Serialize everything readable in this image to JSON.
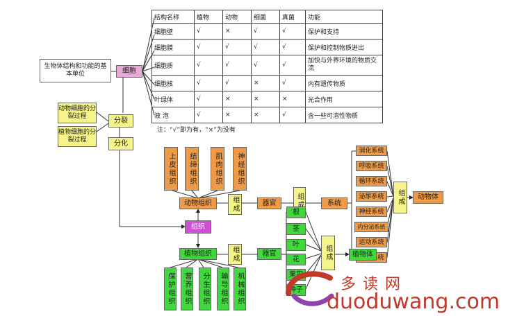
{
  "table": {
    "headers": [
      "结构名称",
      "植物",
      "动物",
      "细菌",
      "真菌",
      "功能"
    ],
    "rows": [
      [
        "细胞壁",
        "√",
        "×",
        "√",
        "√",
        "保护和支持"
      ],
      [
        "细胞膜",
        "√",
        "√",
        "√",
        "√",
        "保护和控制物质进出"
      ],
      [
        "细胞质",
        "√",
        "√",
        "√",
        "√",
        "加快与外界环境的物质交流"
      ],
      [
        "细胞核",
        "√",
        "√",
        "×",
        "√",
        "内有遗传物质"
      ],
      [
        "叶绿体",
        "√",
        "×",
        "×",
        "×",
        "光合作用"
      ],
      [
        "液  泡",
        "√",
        "×",
        "×",
        "√",
        "含一些可溶性物质"
      ]
    ],
    "note": "注：“√”即为有，“×”为没有"
  },
  "nodes": {
    "basic_unit": "生物体结构和功能的基本单位",
    "cell": "细胞",
    "animal_division": "动物细胞的分裂过程",
    "plant_division": "植物细胞的分裂过程",
    "division": "分裂",
    "differentiation": "分化",
    "tissue": "组织",
    "animal_tissue": "动物组织",
    "plant_tissue": "植物组织",
    "compose1": "组成",
    "compose2": "组成",
    "compose3": "组成",
    "compose4": "组成",
    "compose5": "组成",
    "organ_animal": "器官",
    "organ_plant": "器官",
    "system": "系统",
    "animal_body": "动物体",
    "plant_body": "植物体",
    "animal_tissues": [
      "上皮组织",
      "结缔组织",
      "肌肉组织",
      "神经组织"
    ],
    "plant_tissues": [
      "保护组织",
      "营养组织",
      "分生组织",
      "输导组织",
      "机械组织"
    ],
    "plant_organs": [
      "根",
      "茎",
      "叶",
      "花",
      "果实",
      "种子"
    ],
    "systems": [
      "消化系统",
      "呼吸系统",
      "循环系统",
      "泌尿系统",
      "神经系统",
      "内分泌系统",
      "运动系统",
      "生殖系统"
    ]
  },
  "watermark": {
    "cn": "多读网",
    "en": "duoduwang.com"
  }
}
